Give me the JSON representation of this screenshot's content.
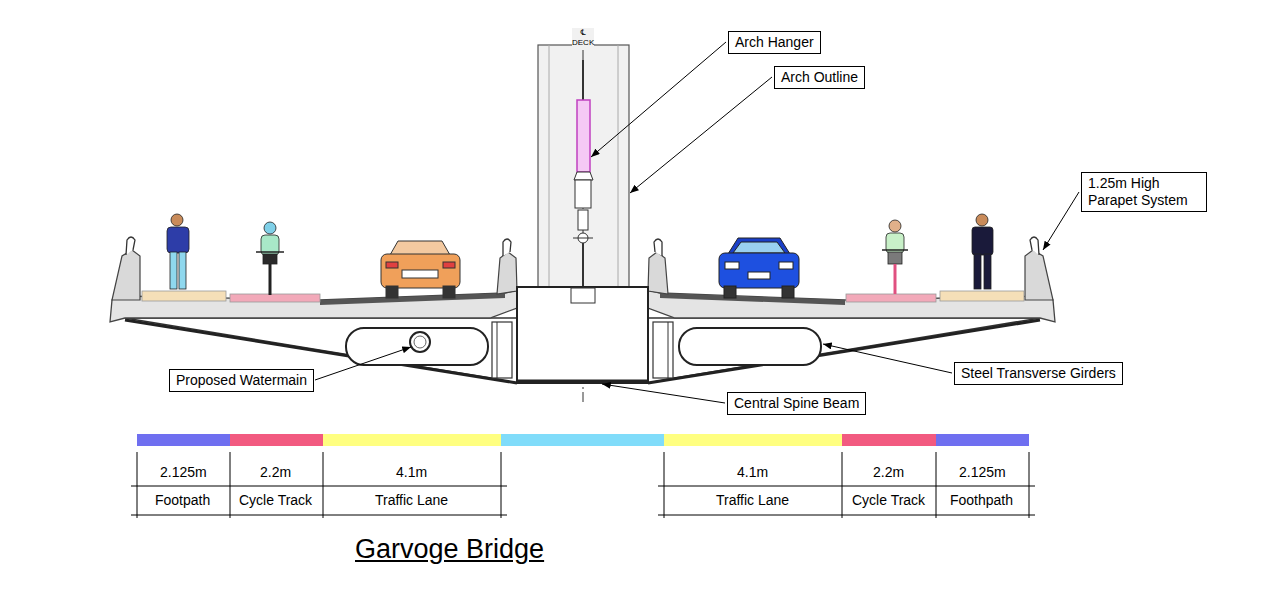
{
  "diagram": {
    "title": "Garvoge Bridge",
    "nodes": [
      {
        "text": [
          "Arch Hanger"
        ]
      },
      {
        "text": [
          "Arch Outline"
        ]
      },
      {
        "text": [
          "1.25m High Parapet System"
        ]
      },
      {
        "text": [
          "Proposed Watermain"
        ]
      },
      {
        "text": [
          "Steel Transverse Girders"
        ]
      },
      {
        "text": [
          "Central Spine Beam"
        ]
      }
    ],
    "labels": [
      "℄ DECK",
      "2.125m",
      "2.2m",
      "4.1m",
      "4.1m",
      "2.2m",
      "2.125m",
      "Footpath",
      "Cycle Track",
      "Traffic Lane",
      "Traffic Lane",
      "Cycle Track",
      "Foothpath"
    ]
  }
}
